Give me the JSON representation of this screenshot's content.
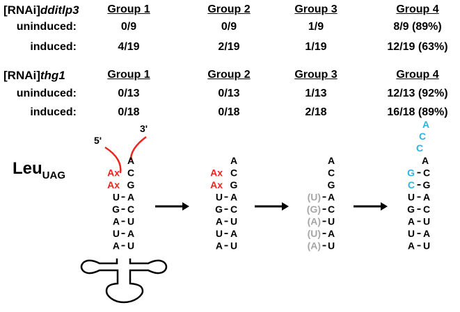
{
  "top": {
    "title_prefix": "[RNAi]",
    "title_gene": "dditlp3",
    "groups": [
      "Group 1",
      "Group 2",
      "Group 3",
      "Group 4"
    ],
    "rows": [
      {
        "label": "uninduced:",
        "values": [
          "0/9",
          "0/9",
          "1/9",
          "8/9 (89%)"
        ]
      },
      {
        "label": "induced:",
        "values": [
          "4/19",
          "2/19",
          "1/19",
          "12/19 (63%)"
        ]
      }
    ]
  },
  "bottom": {
    "title_prefix": "[RNAi]",
    "title_gene": "thg1",
    "groups": [
      "Group 1",
      "Group 2",
      "Group 3",
      "Group 4"
    ],
    "rows": [
      {
        "label": "uninduced:",
        "values": [
          "0/13",
          "0/13",
          "1/13",
          "12/13 (92%)"
        ]
      },
      {
        "label": "induced:",
        "values": [
          "0/18",
          "0/18",
          "2/18",
          "16/18 (89%)"
        ]
      }
    ]
  },
  "diagram": {
    "trna_name": "Leu",
    "trna_sub": "UAG",
    "end5": "5'",
    "end3": "3'",
    "colors": {
      "red": "#e8261e",
      "grey": "#a6a6a6",
      "blue": "#2fb2e0"
    },
    "stem1": {
      "top": "A",
      "pairs": [
        [
          "Ax",
          "C"
        ],
        [
          "Ax",
          "G"
        ],
        [
          "U",
          "A"
        ],
        [
          "G",
          "C"
        ],
        [
          "A",
          "U"
        ],
        [
          "U",
          "A"
        ],
        [
          "A",
          "U"
        ]
      ]
    },
    "stem2": {
      "top": "A",
      "pairs": [
        [
          "Ax",
          "C"
        ],
        [
          "Ax",
          "G"
        ],
        [
          "U",
          "A"
        ],
        [
          "G",
          "C"
        ],
        [
          "A",
          "U"
        ],
        [
          "U",
          "A"
        ],
        [
          "A",
          "U"
        ]
      ]
    },
    "stem3": {
      "top": "A",
      "right": [
        "C",
        "G",
        "A",
        "C",
        "U",
        "A",
        "U"
      ],
      "left": [
        "(U)",
        "(G)",
        "(A)",
        "(U)",
        "(A)"
      ]
    },
    "stem4": {
      "overhang": [
        "A",
        "C",
        "C"
      ],
      "top": "A",
      "pairs": [
        [
          "G",
          "C"
        ],
        [
          "C",
          "G"
        ],
        [
          "U",
          "A"
        ],
        [
          "G",
          "C"
        ],
        [
          "A",
          "U"
        ],
        [
          "U",
          "A"
        ],
        [
          "A",
          "U"
        ]
      ]
    }
  }
}
